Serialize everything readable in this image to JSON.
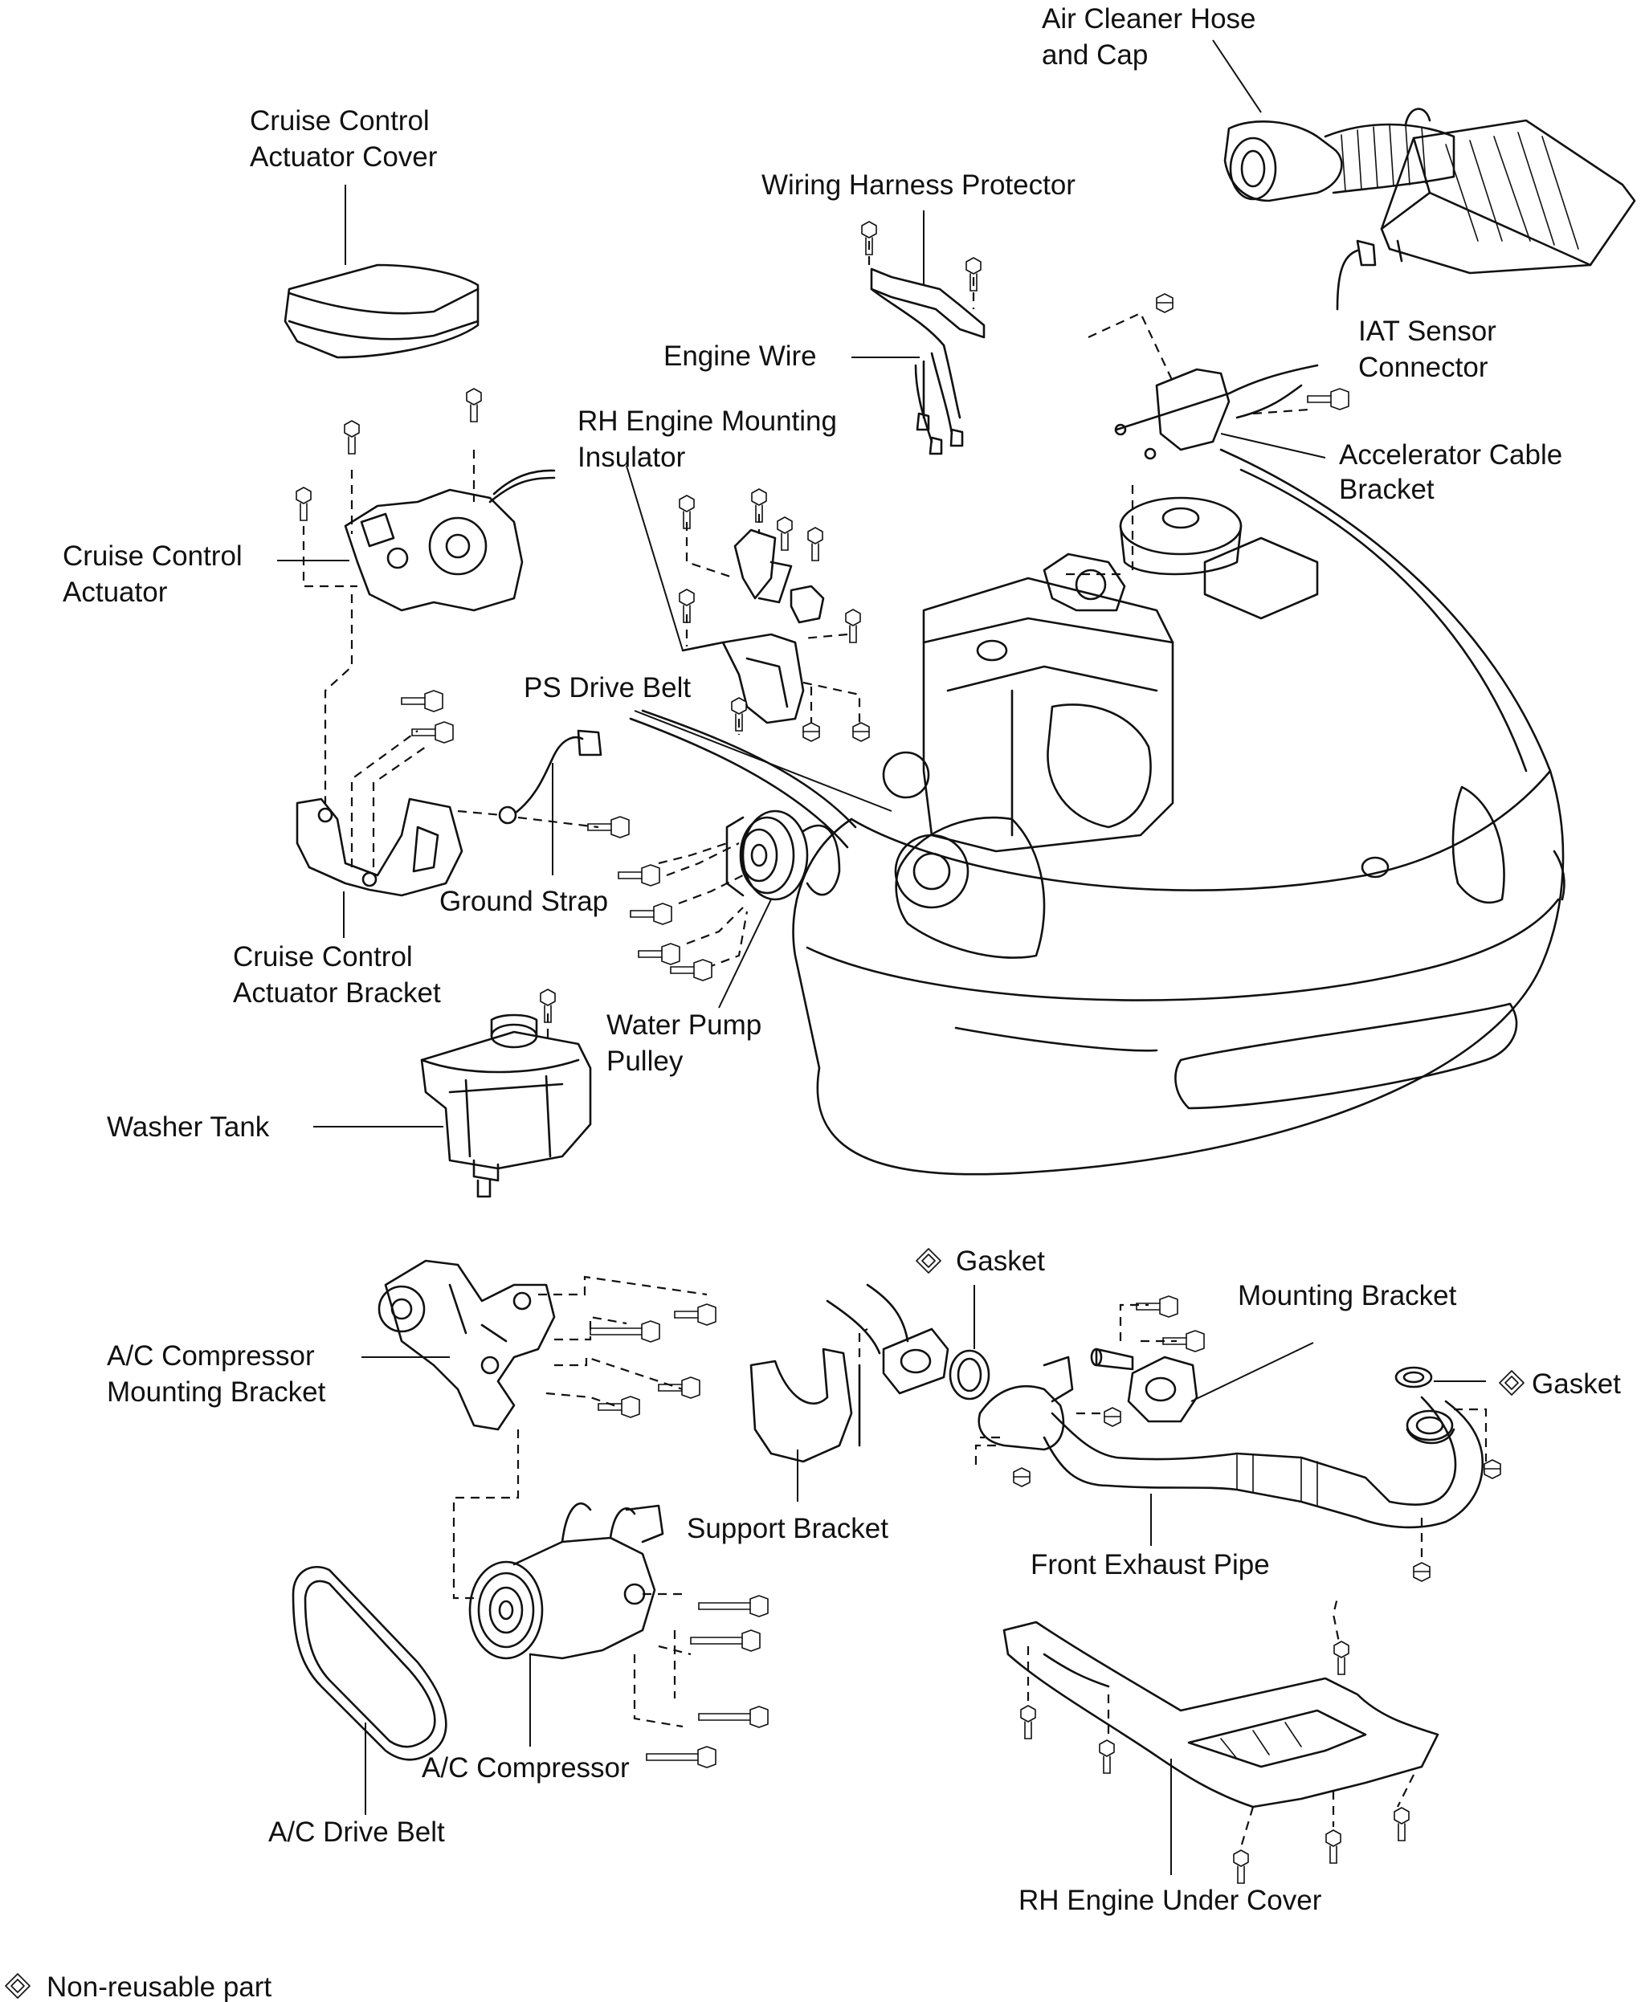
{
  "labels": {
    "air_cleaner_hose_and_cap": [
      "Air Cleaner Hose",
      "and Cap"
    ],
    "cruise_control_actuator_cover": [
      "Cruise Control",
      "Actuator Cover"
    ],
    "wiring_harness_protector": [
      "Wiring Harness Protector"
    ],
    "engine_wire": [
      "Engine Wire"
    ],
    "iat_sensor_connector": [
      "IAT Sensor",
      "Connector"
    ],
    "rh_engine_mounting_insulator": [
      "RH Engine Mounting",
      "Insulator"
    ],
    "accelerator_cable_bracket": [
      "Accelerator Cable",
      "Bracket"
    ],
    "cruise_control_actuator": [
      "Cruise Control",
      "Actuator"
    ],
    "ps_drive_belt": [
      "PS Drive Belt"
    ],
    "ground_strap": [
      "Ground Strap"
    ],
    "cruise_control_actuator_bracket": [
      "Cruise Control",
      "Actuator Bracket"
    ],
    "water_pump_pulley": [
      "Water Pump",
      "Pulley"
    ],
    "washer_tank": [
      "Washer Tank"
    ],
    "gasket_exhaust": [
      "Gasket"
    ],
    "mounting_bracket": [
      "Mounting Bracket"
    ],
    "ac_compressor_mounting_bracket": [
      "A/C Compressor",
      "Mounting Bracket"
    ],
    "gasket_pipe_end": [
      "Gasket"
    ],
    "support_bracket": [
      "Support Bracket"
    ],
    "front_exhaust_pipe": [
      "Front Exhaust Pipe"
    ],
    "ac_compressor": [
      "A/C Compressor"
    ],
    "ac_drive_belt": [
      "A/C Drive Belt"
    ],
    "rh_engine_under_cover": [
      "RH Engine Under Cover"
    ]
  },
  "legend": {
    "symbol_icon": "non-reusable-part-diamond-icon",
    "text": "Non-reusable part"
  },
  "non_reusable_parts": [
    "gasket_exhaust",
    "gasket_pipe_end"
  ],
  "colors": {
    "ink": "#111111",
    "background": "#ffffff"
  }
}
